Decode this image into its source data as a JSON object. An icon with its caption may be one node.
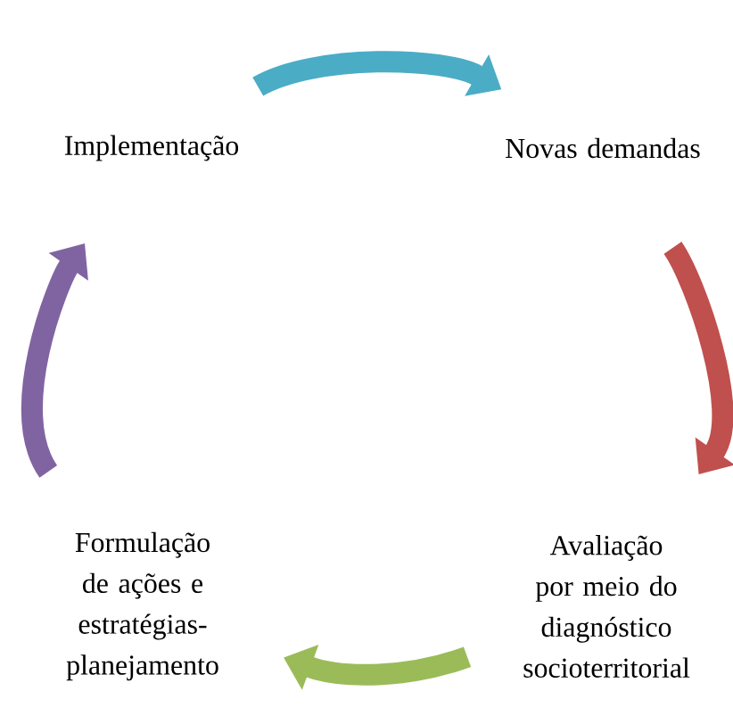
{
  "diagram": {
    "nodes": [
      {
        "text": [
          "Implementação"
        ]
      },
      {
        "text": [
          "Novas demandas"
        ]
      },
      {
        "text": [
          "Avaliação por meio do diagnóstico socioterritorial"
        ]
      },
      {
        "text": [
          "Formulação de ações e estratégias-planejamento"
        ]
      }
    ],
    "edges": [
      {
        "from": 0,
        "to": 1,
        "arrow": "to",
        "color": "#4bacc6"
      },
      {
        "from": 1,
        "to": 2,
        "arrow": "to",
        "color": "#c0504d"
      },
      {
        "from": 2,
        "to": 3,
        "arrow": "to",
        "color": "#9bbb59"
      },
      {
        "from": 3,
        "to": 0,
        "arrow": "to",
        "color": "#8064a2"
      }
    ]
  }
}
